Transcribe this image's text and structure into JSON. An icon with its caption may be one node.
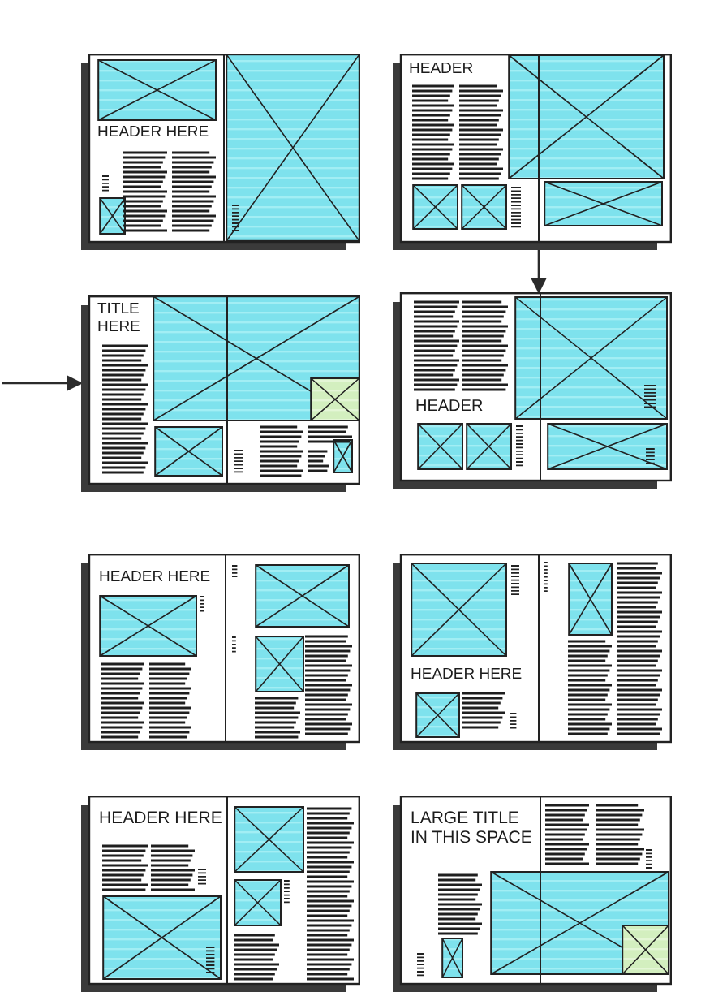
{
  "diagram": {
    "nodes": [
      {
        "text": [
          "HEADER HERE"
        ]
      },
      {
        "text": [
          "HEADER"
        ]
      },
      {
        "text": [
          "TITLE HERE"
        ]
      },
      {
        "text": [
          "HEADER"
        ]
      },
      {
        "text": [
          "HEADER HERE"
        ]
      },
      {
        "text": [
          "HEADER HERE"
        ]
      },
      {
        "text": [
          "HEADER HERE"
        ]
      },
      {
        "text": [
          "LARGE TITLE IN THIS SPACE"
        ]
      }
    ],
    "edges": [
      {
        "from": 1,
        "to": 3,
        "arrow": "to"
      },
      {
        "from": null,
        "to": 2,
        "arrow": "to"
      }
    ]
  }
}
